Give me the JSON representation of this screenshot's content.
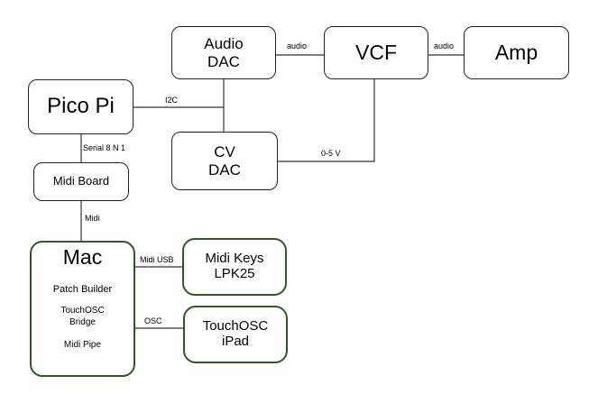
{
  "nodes": {
    "audio_dac": [
      "Audio",
      "DAC"
    ],
    "vcf": "VCF",
    "amp": "Amp",
    "pico_pi": "Pico Pi",
    "cv_dac": [
      "CV",
      "DAC"
    ],
    "midi_board": "Midi Board",
    "mac": {
      "title": "Mac",
      "items": [
        "Patch Builder",
        "TouchOSC",
        "Bridge",
        "Midi Pipe"
      ]
    },
    "midi_keys": [
      "Midi Keys",
      "LPK25"
    ],
    "touchosc_ipad": [
      "TouchOSC",
      "iPad"
    ]
  },
  "edges": {
    "dac_to_vcf": "audio",
    "vcf_to_amp": "audio",
    "pico_i2c": "I2C",
    "vcf_cv": "0-5 V",
    "pico_to_midi": "Serial 8 N 1",
    "midi_to_mac": "Midi",
    "mac_to_keys": "Midi USB",
    "mac_to_ipad": "OSC"
  },
  "colors": {
    "box_border": "#222222",
    "mac_group_border": "#2e5a22",
    "wire": "#333333"
  }
}
